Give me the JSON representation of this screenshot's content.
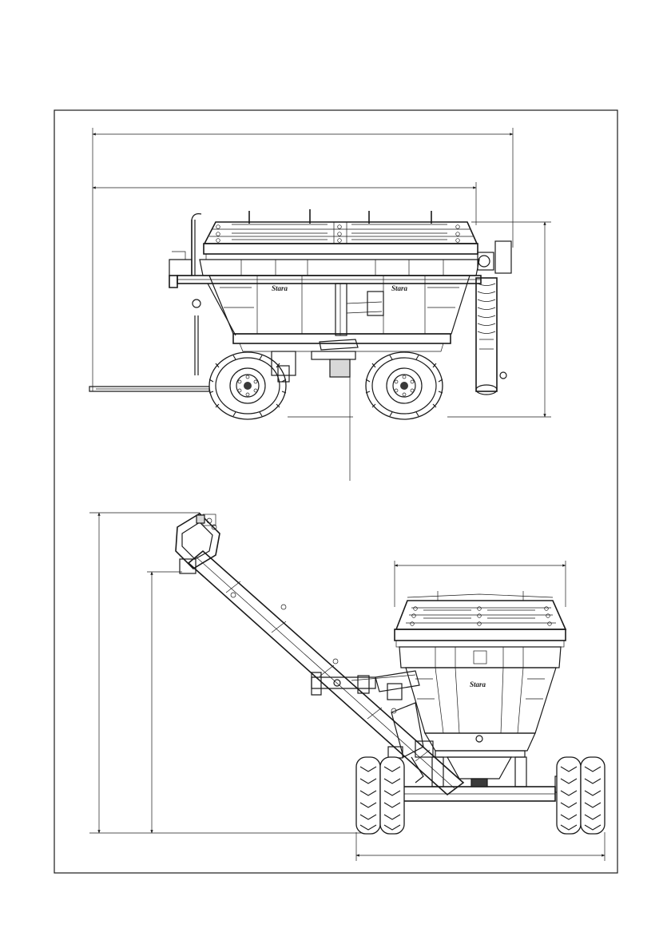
{
  "drawing": {
    "brand_logo": "Stara",
    "colors": {
      "ink": "#1a1a1a",
      "background": "#ffffff",
      "shade": "#d8d8d8"
    },
    "views": [
      {
        "name": "side-view",
        "dimension_lines": 4
      },
      {
        "name": "rear-view",
        "dimension_lines": 4
      }
    ]
  }
}
